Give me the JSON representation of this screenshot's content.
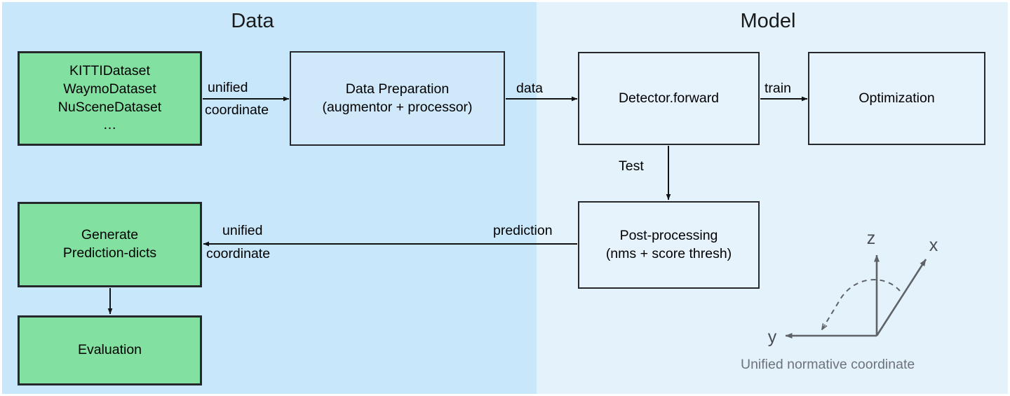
{
  "diagram": {
    "title_data": "Data",
    "title_model": "Model",
    "colors": {
      "panel_data_bg": "#c9e7fa",
      "panel_model_bg": "#e3f2fb",
      "dataset_box_fill": "#82e0a0",
      "plain_box_fill": "#cfe8fa",
      "stroke": "#26282b",
      "coord_stroke": "#5f6368",
      "caption_text": "#6e7379"
    },
    "boxes": {
      "datasets": "KITTIDataset\nWaymoDataset\nNuSceneDataset\n…",
      "data_preparation": "Data Preparation\n(augmentor + processor)",
      "detector_forward": "Detector.forward",
      "optimization": "Optimization",
      "post_processing": "Post-processing\n(nms + score thresh)",
      "generate_prediction_dicts": "Generate\nPrediction-dicts",
      "evaluation": "Evaluation"
    },
    "edges": {
      "datasets_to_prep_line1": "unified",
      "datasets_to_prep_line2": "coordinate",
      "prep_to_detector": "data",
      "detector_to_optimization": "train",
      "detector_to_postproc": "Test",
      "postproc_to_generate": "prediction",
      "postproc_to_generate_line1": "unified",
      "postproc_to_generate_line2": "coordinate"
    },
    "coordinate_widget": {
      "axis_z": "z",
      "axis_x": "x",
      "axis_y": "y",
      "caption": "Unified normative coordinate"
    }
  }
}
